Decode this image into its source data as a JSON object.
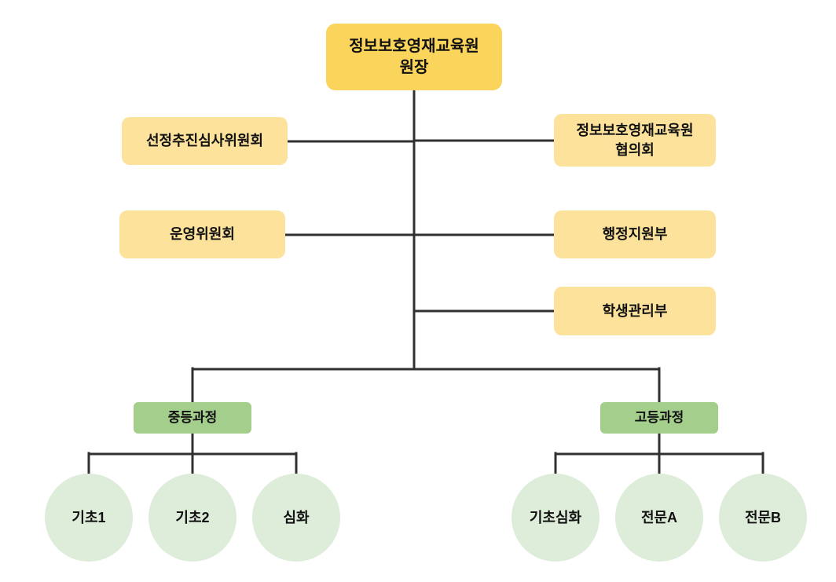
{
  "root": {
    "line1": "정보보호영재교육원",
    "line2": "원장"
  },
  "left_boxes": [
    {
      "label": "선정추진심사위원회"
    },
    {
      "label": "운영위원회"
    }
  ],
  "right_boxes": [
    {
      "line1": "정보보호영재교육원",
      "line2": "협의회"
    },
    {
      "label": "행정지원부"
    },
    {
      "label": "학생관리부"
    }
  ],
  "courses": {
    "middle": {
      "label": "중등과정",
      "children": [
        "기초1",
        "기초2",
        "심화"
      ]
    },
    "high": {
      "label": "고등과정",
      "children": [
        "기초심화",
        "전문A",
        "전문B"
      ]
    }
  },
  "colors": {
    "root_box": "#FBD45C",
    "side_box": "#FCE29B",
    "course_box": "#A3CE8C",
    "circle": "#DDEDDA",
    "line": "#303030"
  }
}
